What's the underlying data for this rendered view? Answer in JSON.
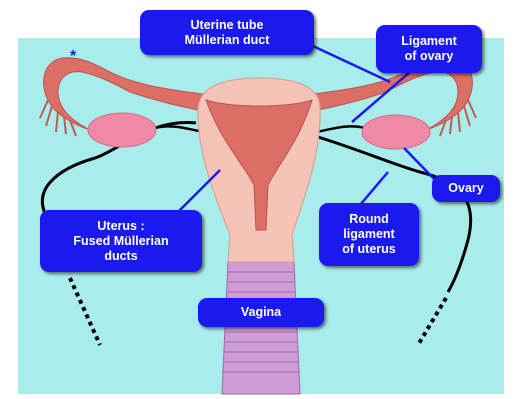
{
  "colors": {
    "background": "#a9ecec",
    "callout_fill": "#1a1aee",
    "callout_text": "#ffffff",
    "uterus_outer": "#f6c3b8",
    "uterus_inner": "#dc6e66",
    "tube": "#dc6e66",
    "ovary": "#ee8aa6",
    "vagina": "#ce9cd6",
    "ligament_line": "#000000"
  },
  "marker": "*",
  "labels": {
    "uterine_tube": {
      "line1": "Uterine tube",
      "line2": "Müllerian duct"
    },
    "ligament_of_ovary": {
      "line1": "Ligament",
      "line2": "of ovary"
    },
    "ovary": {
      "line1": "Ovary"
    },
    "uterus": {
      "line1": "Uterus :",
      "line2": "Fused Müllerian",
      "line3": "ducts"
    },
    "round_ligament": {
      "line1": "Round",
      "line2": "ligament",
      "line3": "of uterus"
    },
    "vagina": {
      "line1": "Vagina"
    }
  }
}
